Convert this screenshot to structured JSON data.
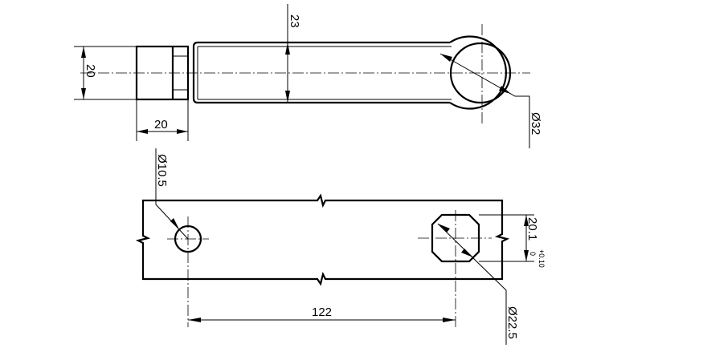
{
  "top_view": {
    "dim_height_rod": "23",
    "dim_height_block": "20",
    "dim_width_block": "20",
    "dim_diameter_ring": "Ø32"
  },
  "bottom_view": {
    "dim_diameter_hole": "Ø10.5",
    "dim_across_flats": "20.1",
    "tol_upper": "+0.10",
    "tol_lower": "0",
    "dim_center_distance": "122",
    "dim_diameter_octagon": "Ø22.5"
  }
}
